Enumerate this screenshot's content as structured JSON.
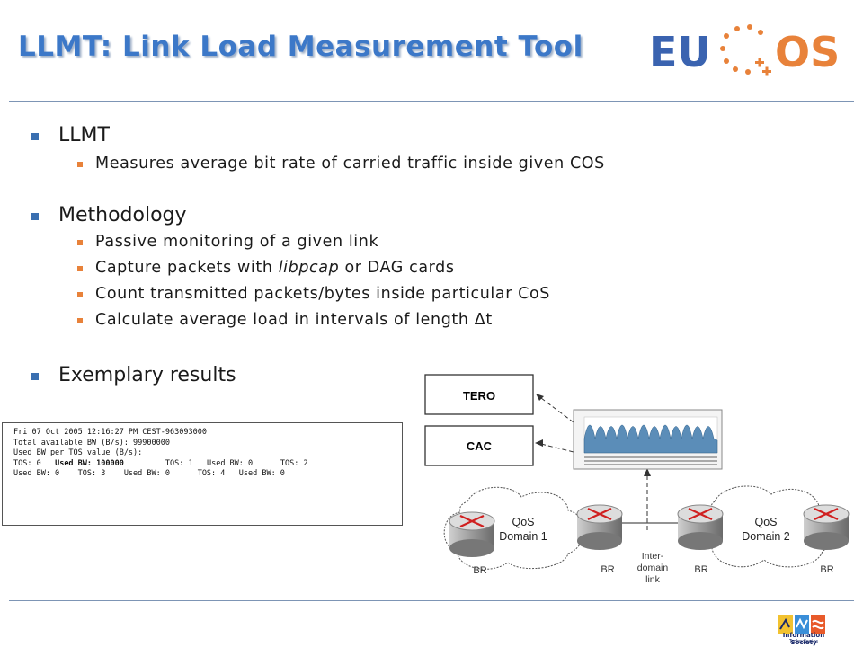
{
  "title": "LLMT: Link Load Measurement Tool",
  "logo": {
    "text_left": "EU",
    "text_right": "OS",
    "colors": {
      "blue": "#3a63b0",
      "orange": "#e8823a"
    }
  },
  "bullets": [
    {
      "label": "LLMT",
      "children": [
        "Measures average bit rate of carried traffic inside given COS"
      ]
    },
    {
      "label": "Methodology",
      "children": [
        {
          "parts": [
            "Passive monitoring of a given link"
          ]
        },
        {
          "parts": [
            "Capture packets with ",
            "libpcap",
            " or DAG cards"
          ]
        },
        {
          "parts": [
            "Count transmitted packets/bytes inside particular CoS"
          ]
        },
        {
          "parts": [
            "Calculate average load in intervals of length ",
            "Δt"
          ]
        }
      ]
    },
    {
      "label": "Exemplary results",
      "children": []
    }
  ],
  "console": {
    "lines": [
      "Fri 07 Oct 2005 12:16:27 PM CEST-963093000",
      "Total available BW (B/s): 99900000",
      "Used BW per TOS value (B/s):"
    ],
    "row1": {
      "a": "TOS: 0",
      "b": "Used BW: 100000",
      "c": "TOS: 1   Used BW: 0      TOS: 2"
    },
    "row2": "Used BW: 0    TOS: 3    Used BW: 0      TOS: 4   Used BW: 0"
  },
  "diagram": {
    "boxes": {
      "tero": "TERO",
      "cac": "CAC"
    },
    "domain1": [
      "QoS",
      "Domain 1"
    ],
    "domain2": [
      "QoS",
      "Domain 2"
    ],
    "router_label": "BR",
    "link_label": [
      "Inter-",
      "domain",
      "link"
    ]
  },
  "footer": {
    "line1": "Information Society",
    "line2": "Technologies"
  }
}
